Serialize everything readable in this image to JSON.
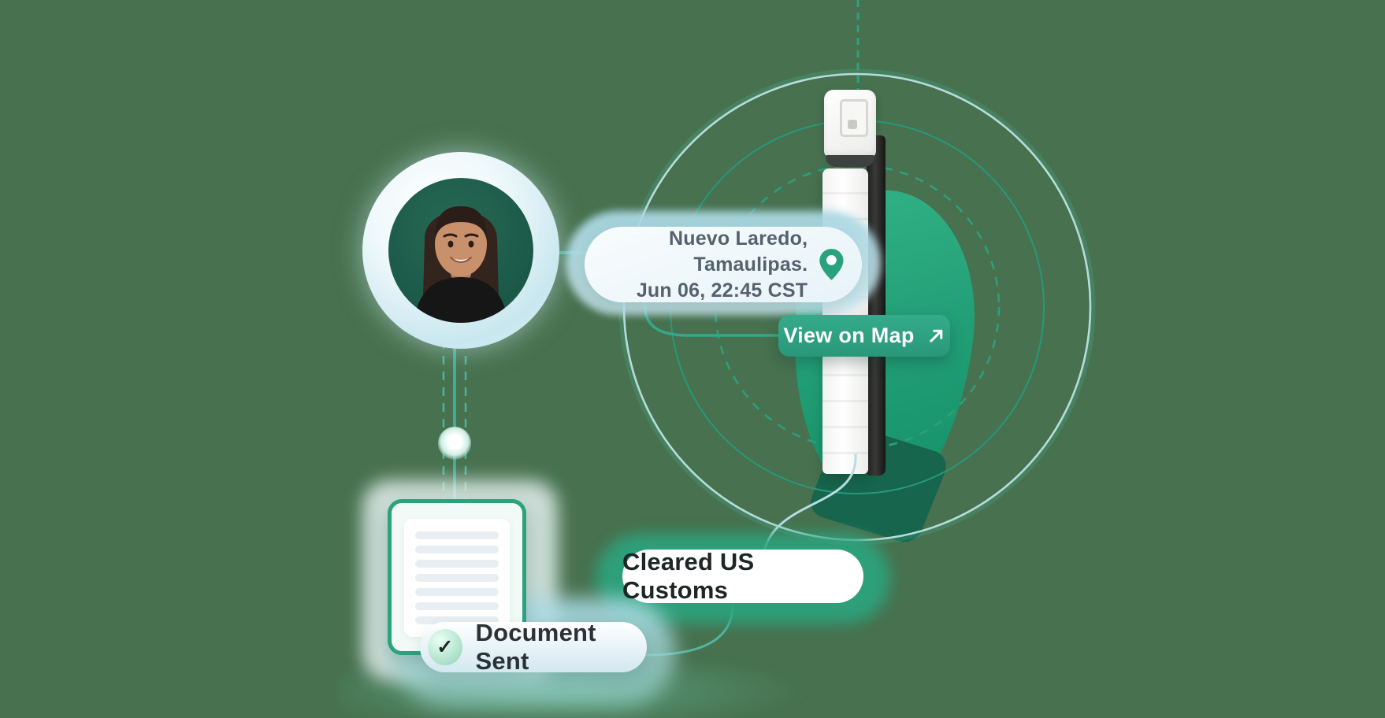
{
  "palette": {
    "background": "#47714F",
    "accent_teal": "#2BA17E",
    "deep_teal": "#17926A",
    "button_green": "#2FA184",
    "light_line_blue": "#B7DDE3",
    "teal_line": "#3FAE97",
    "halo_blue": "#CFE9F0",
    "location_text": "#54626E",
    "dark_text": "#1E2525"
  },
  "location_card": {
    "line1": "Nuevo Laredo, Tamaulipas.",
    "line2": "Jun 06, 22:45 CST",
    "icon": "map-pin-icon"
  },
  "map_button": {
    "label": "View on Map",
    "icon": "arrow-up-right-icon"
  },
  "customs_badge": {
    "label": "Cleared US Customs"
  },
  "document_badge": {
    "label": "Document Sent",
    "icon": "check-circle-icon",
    "check_glyph": "✓"
  },
  "icons": {
    "map_pin": "map-pin-icon",
    "arrow_up_right": "arrow-up-right-icon",
    "check": "check-circle-icon",
    "truck": "truck-top-view-illustration",
    "avatar": "driver-avatar-photo"
  }
}
